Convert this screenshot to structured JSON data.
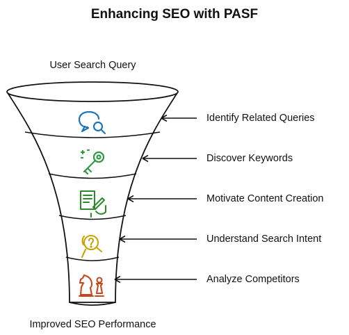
{
  "title": "Enhancing SEO with PASF",
  "top_label": "User Search Query",
  "bottom_label": "Improved SEO Performance",
  "steps": [
    {
      "label": "Identify Related Queries",
      "icon": "search-chat-icon",
      "color": "#1b74b8"
    },
    {
      "label": "Discover Keywords",
      "icon": "key-icon",
      "color": "#2e9a3f"
    },
    {
      "label": "Motivate Content Creation",
      "icon": "write-document-icon",
      "color": "#2a8a2a"
    },
    {
      "label": "Understand Search Intent",
      "icon": "head-question-icon",
      "color": "#c9a400"
    },
    {
      "label": "Analyze Competitors",
      "icon": "chess-pieces-icon",
      "color": "#c8461b"
    }
  ]
}
